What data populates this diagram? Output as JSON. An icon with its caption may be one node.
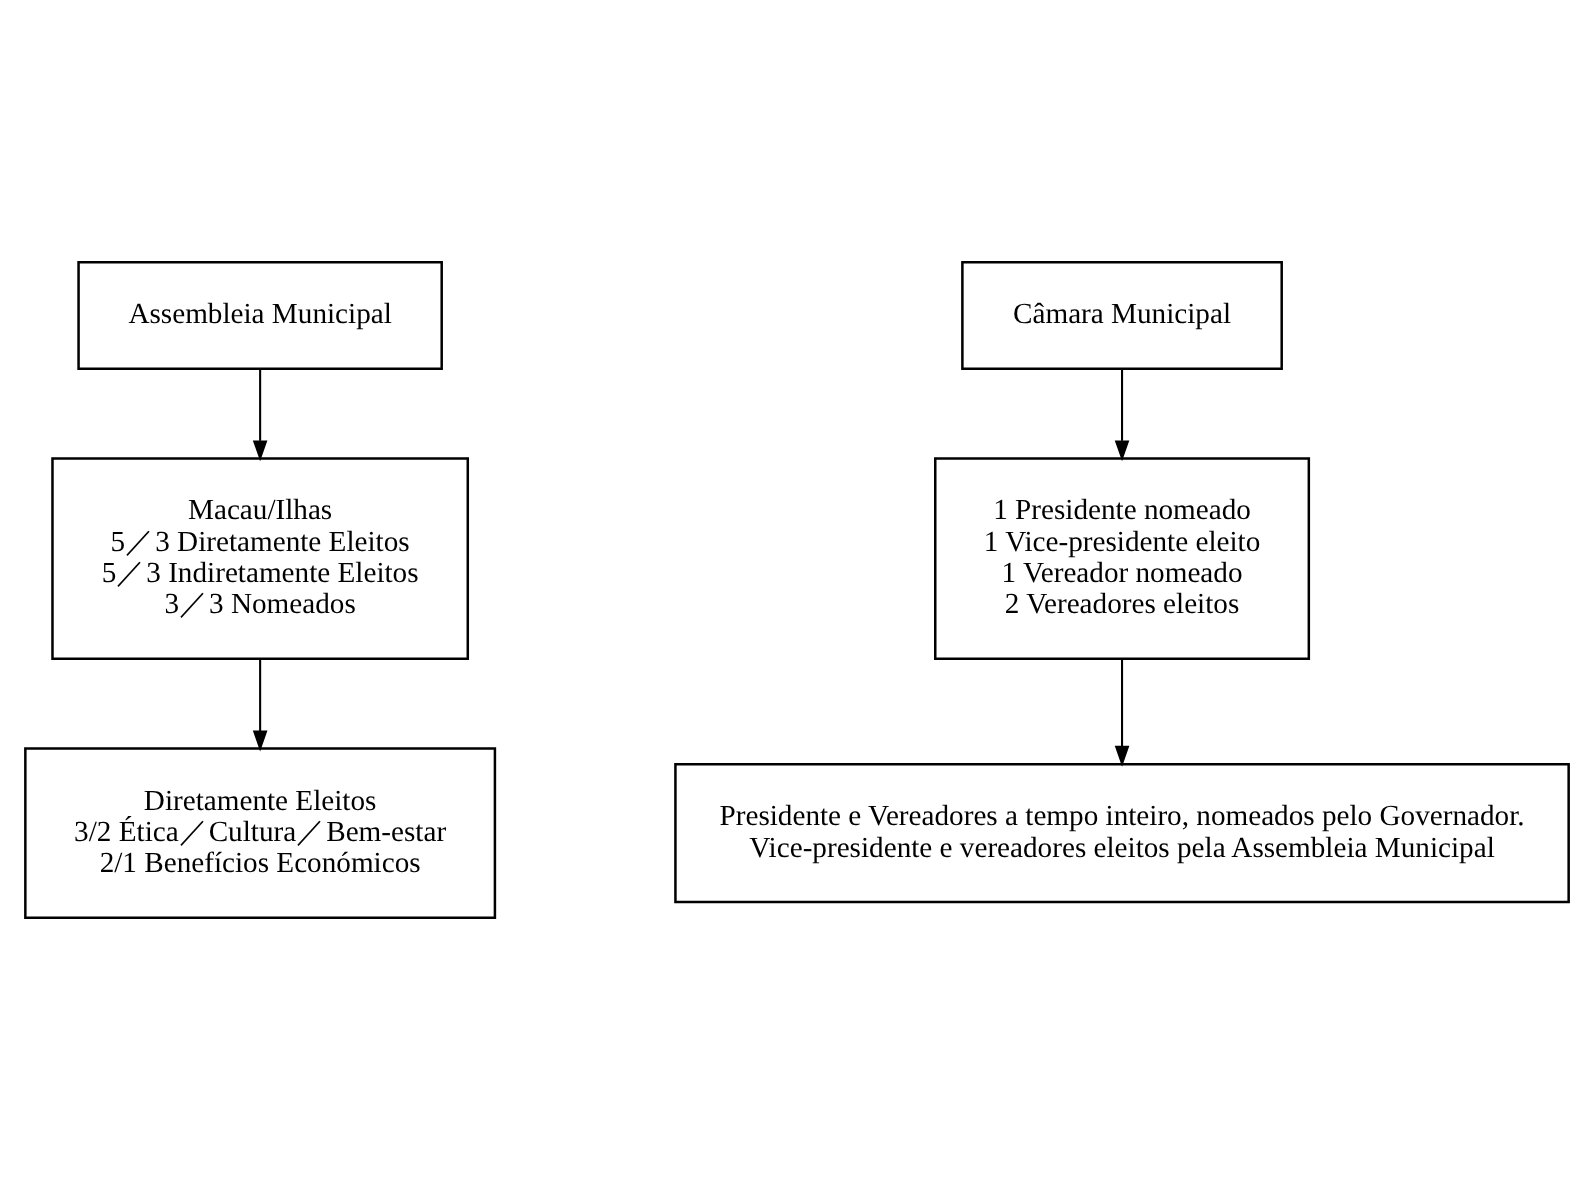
{
  "diagram": {
    "nodes": [
      {
        "text": [
          "Assembleia Municipal"
        ]
      },
      {
        "text": [
          "Macau/Ilhas",
          "5／3 Diretamente Eleitos",
          "5／3 Indiretamente Eleitos",
          "3／3 Nomeados"
        ]
      },
      {
        "text": [
          "Diretamente Eleitos",
          "3/2 Ética／Cultura／Bem-estar",
          "2/1 Benefícios Económicos"
        ]
      },
      {
        "text": [
          "Câmara Municipal"
        ]
      },
      {
        "text": [
          "1 Presidente nomeado",
          "1 Vice-presidente eleito",
          "1 Vereador nomeado",
          "2 Vereadores eleitos"
        ]
      },
      {
        "text": [
          "Presidente e Vereadores a tempo inteiro, nomeados pelo Governador.",
          "Vice-presidente e vereadores eleitos pela Assembleia Municipal"
        ]
      }
    ],
    "edges": [
      {
        "from": 0,
        "to": 1,
        "arrow": "to"
      },
      {
        "from": 1,
        "to": 2,
        "arrow": "to"
      },
      {
        "from": 3,
        "to": 4,
        "arrow": "to"
      },
      {
        "from": 4,
        "to": 5,
        "arrow": "to"
      }
    ]
  }
}
